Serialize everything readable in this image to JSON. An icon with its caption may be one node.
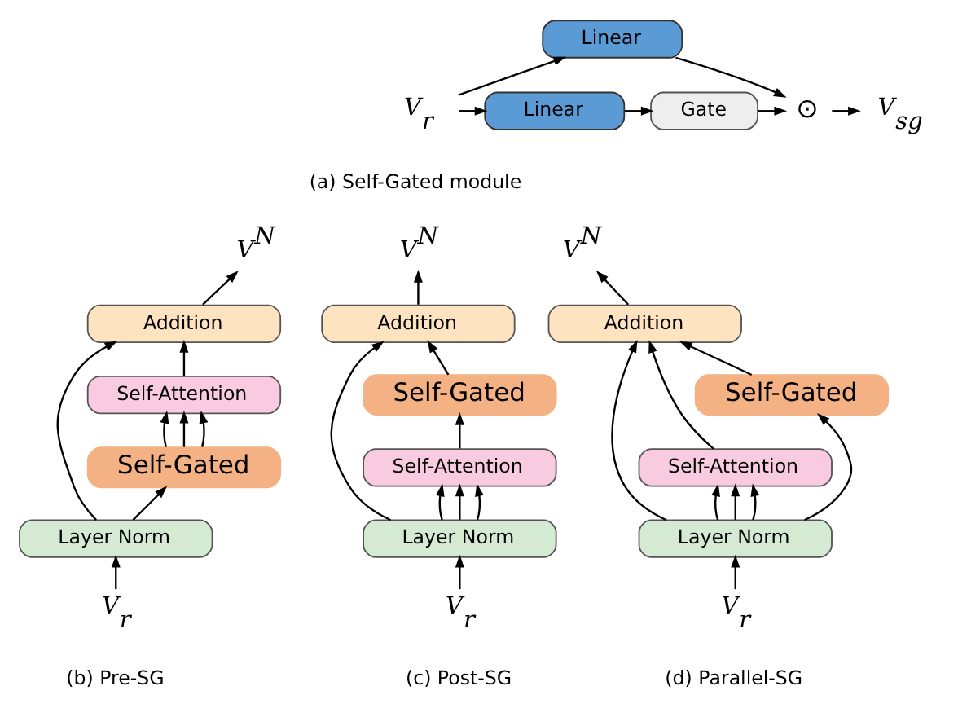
{
  "diagram": {
    "nodes": [
      {
        "text": [
          "V$_{r}$"
        ]
      },
      {
        "text": [
          "Linear"
        ]
      },
      {
        "text": [
          "Linear"
        ]
      },
      {
        "text": [
          "Gate"
        ]
      },
      {
        "text": [
          "⊙"
        ]
      },
      {
        "text": [
          "V$_{sg}$"
        ]
      },
      {
        "text": [
          "V$^{N}$"
        ]
      },
      {
        "text": [
          "Addition"
        ]
      },
      {
        "text": [
          "Self-Attention"
        ]
      },
      {
        "text": [
          "Self-Gated"
        ]
      },
      {
        "text": [
          "Layer Norm"
        ]
      },
      {
        "text": [
          "V$_{r}$"
        ]
      },
      {
        "text": [
          "V$^{N}$"
        ]
      },
      {
        "text": [
          "Addition"
        ]
      },
      {
        "text": [
          "Self-Gated"
        ]
      },
      {
        "text": [
          "Self-Attention"
        ]
      },
      {
        "text": [
          "Layer Norm"
        ]
      },
      {
        "text": [
          "V$_{r}$"
        ]
      },
      {
        "text": [
          "V$^{N}$"
        ]
      },
      {
        "text": [
          "Addition"
        ]
      },
      {
        "text": [
          "Self-Attention"
        ]
      },
      {
        "text": [
          "Self-Gated"
        ]
      },
      {
        "text": [
          "Layer Norm"
        ]
      },
      {
        "text": [
          "V$_{r}$"
        ]
      }
    ],
    "edges": [
      {
        "from": 0,
        "to": 1,
        "arrow": "to"
      },
      {
        "from": 0,
        "to": 2,
        "arrow": "to"
      },
      {
        "from": 1,
        "to": 4,
        "arrow": "to"
      },
      {
        "from": 2,
        "to": 3,
        "arrow": "to"
      },
      {
        "from": 3,
        "to": 4,
        "arrow": "to"
      },
      {
        "from": 4,
        "to": 5,
        "arrow": "to"
      },
      {
        "from": 11,
        "to": 10,
        "arrow": "to"
      },
      {
        "from": 10,
        "to": 9,
        "arrow": "to"
      },
      {
        "from": 10,
        "to": 7,
        "arrow": "to"
      },
      {
        "from": 9,
        "to": 8,
        "arrow": "to"
      },
      {
        "from": 9,
        "to": 8,
        "arrow": "to"
      },
      {
        "from": 9,
        "to": 8,
        "arrow": "to"
      },
      {
        "from": 8,
        "to": 7,
        "arrow": "to"
      },
      {
        "from": 7,
        "to": 6,
        "arrow": "to"
      },
      {
        "from": 17,
        "to": 16,
        "arrow": "to"
      },
      {
        "from": 16,
        "to": 15,
        "arrow": "to"
      },
      {
        "from": 16,
        "to": 15,
        "arrow": "to"
      },
      {
        "from": 16,
        "to": 15,
        "arrow": "to"
      },
      {
        "from": 16,
        "to": 13,
        "arrow": "to"
      },
      {
        "from": 15,
        "to": 14,
        "arrow": "to"
      },
      {
        "from": 14,
        "to": 13,
        "arrow": "to"
      },
      {
        "from": 13,
        "to": 12,
        "arrow": "to"
      },
      {
        "from": 23,
        "to": 22,
        "arrow": "to"
      },
      {
        "from": 22,
        "to": 20,
        "arrow": "to"
      },
      {
        "from": 22,
        "to": 20,
        "arrow": "to"
      },
      {
        "from": 22,
        "to": 20,
        "arrow": "to"
      },
      {
        "from": 22,
        "to": 19,
        "arrow": "to"
      },
      {
        "from": 22,
        "to": 21,
        "arrow": "to"
      },
      {
        "from": 20,
        "to": 19,
        "arrow": "to"
      },
      {
        "from": 21,
        "to": 19,
        "arrow": "to"
      },
      {
        "from": 19,
        "to": 18,
        "arrow": "to"
      }
    ],
    "labels": [
      "(a) Self-Gated module",
      "(b) Pre-SG",
      "(c) Post-SG",
      "(d) Parallel-SG"
    ]
  }
}
